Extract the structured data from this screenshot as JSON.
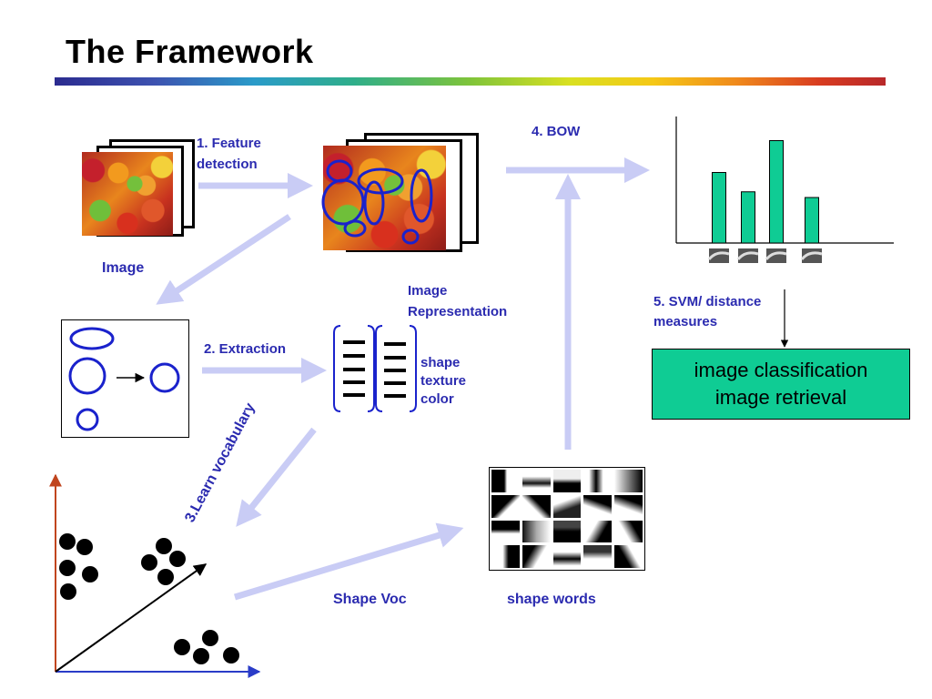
{
  "title": "The Framework",
  "labels": {
    "feature_detection": [
      "1. Feature",
      "detection"
    ],
    "image": "Image",
    "bow": "4. BOW",
    "image_representation": [
      "Image",
      "Representation"
    ],
    "extraction": "2. Extraction",
    "features": [
      "shape",
      "texture",
      "color"
    ],
    "learn_vocabulary": "3.Learn vocabulary",
    "svm": [
      "5. SVM/ distance",
      "measures"
    ],
    "shape_voc": "Shape Voc",
    "shape_words": "shape words"
  },
  "result_box": [
    "image classification",
    "image retrieval"
  ],
  "chart_data": {
    "type": "bar",
    "categories": [
      "",
      "",
      "",
      ""
    ],
    "values": [
      0.62,
      0.45,
      0.9,
      0.4
    ],
    "ylim": [
      0,
      1
    ],
    "grid": false
  },
  "colors": {
    "arrow": "#c9ccf5",
    "label": "#2b2bb0",
    "bar": "#0fcc94",
    "result_box": "#0fcc94",
    "ellipse": "#1a22cc",
    "axis_y": "#c0451e",
    "axis_x": "#2a3cc8"
  }
}
